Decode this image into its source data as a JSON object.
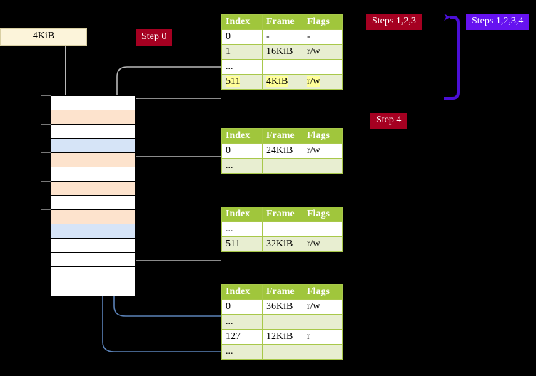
{
  "labels": {
    "size_box": "4KiB",
    "step0": "Step 0",
    "steps123": "Steps 1,2,3",
    "steps1234": "Steps 1,2,3,4",
    "step4": "Step 4"
  },
  "colors": {
    "red_badge": "#a50021",
    "violet_badge": "#6612f0",
    "table_header": "#a0c63c",
    "table_alt_row": "#e8eed1",
    "highlight": "#ffff99",
    "mem_peach": "#fde3cd",
    "mem_blue": "#d6e4f7",
    "kbox": "#fcf4da",
    "arrow_grey": "#b9b9b9",
    "arrow_blue": "#5b82b8"
  },
  "memory": {
    "rows": [
      {
        "fill": "c-white",
        "tick": true
      },
      {
        "fill": "c-peach",
        "tick": true
      },
      {
        "fill": "c-white",
        "tick": true
      },
      {
        "fill": "c-blue",
        "tick": false
      },
      {
        "fill": "c-peach",
        "tick": true
      },
      {
        "fill": "c-white",
        "tick": false
      },
      {
        "fill": "c-peach",
        "tick": true
      },
      {
        "fill": "c-white",
        "tick": false
      },
      {
        "fill": "c-peach",
        "tick": true
      },
      {
        "fill": "c-blue",
        "tick": false
      },
      {
        "fill": "c-white",
        "tick": false
      },
      {
        "fill": "c-white",
        "tick": false
      },
      {
        "fill": "c-white",
        "tick": false
      },
      {
        "fill": "c-white",
        "tick": false
      }
    ]
  },
  "tables": [
    {
      "name": "pml4-table",
      "headers": [
        "Index",
        "Frame",
        "Flags"
      ],
      "rows": [
        {
          "cells": [
            "0",
            "-",
            "-"
          ],
          "style": "plain",
          "highlight": false
        },
        {
          "cells": [
            "1",
            "16KiB",
            "r/w"
          ],
          "style": "alt",
          "highlight": false
        },
        {
          "cells": [
            "...",
            "",
            ""
          ],
          "style": "plain",
          "highlight": false
        },
        {
          "cells": [
            "511",
            "4KiB",
            "r/w"
          ],
          "style": "alt",
          "highlight": true
        }
      ]
    },
    {
      "name": "pdpt-table",
      "headers": [
        "Index",
        "Frame",
        "Flags"
      ],
      "rows": [
        {
          "cells": [
            "0",
            "24KiB",
            "r/w"
          ],
          "style": "plain",
          "highlight": false
        },
        {
          "cells": [
            "...",
            "",
            ""
          ],
          "style": "alt",
          "highlight": false
        }
      ]
    },
    {
      "name": "pd-table",
      "headers": [
        "Index",
        "Frame",
        "Flags"
      ],
      "rows": [
        {
          "cells": [
            "...",
            "",
            ""
          ],
          "style": "plain",
          "highlight": false
        },
        {
          "cells": [
            "511",
            "32KiB",
            "r/w"
          ],
          "style": "alt",
          "highlight": false
        }
      ]
    },
    {
      "name": "pt-table",
      "headers": [
        "Index",
        "Frame",
        "Flags"
      ],
      "rows": [
        {
          "cells": [
            "0",
            "36KiB",
            "r/w"
          ],
          "style": "plain",
          "highlight": false
        },
        {
          "cells": [
            "...",
            "",
            ""
          ],
          "style": "alt",
          "highlight": false
        },
        {
          "cells": [
            "127",
            "12KiB",
            "r"
          ],
          "style": "plain",
          "highlight": false
        },
        {
          "cells": [
            "...",
            "",
            ""
          ],
          "style": "alt",
          "highlight": false
        }
      ]
    }
  ]
}
